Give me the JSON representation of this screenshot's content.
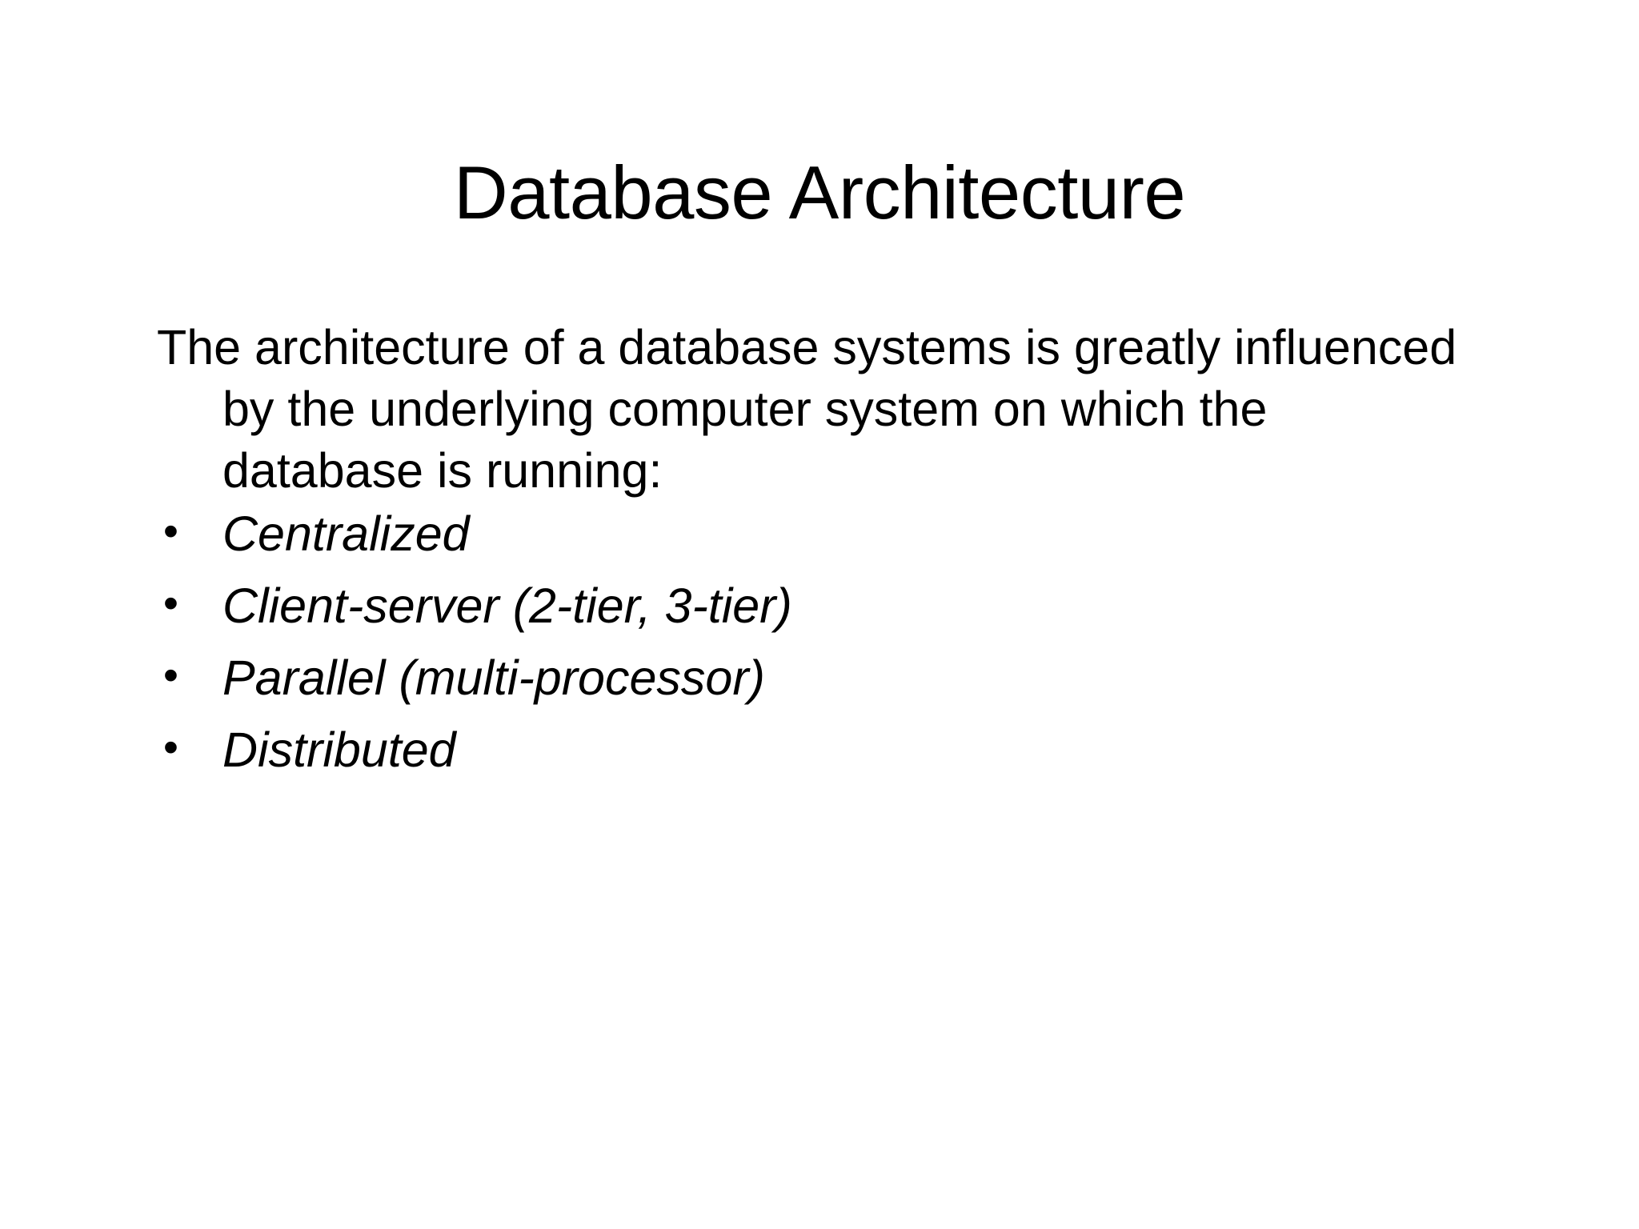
{
  "slide": {
    "background_color": "#ffffff",
    "text_color": "#000000",
    "title": "Database Architecture",
    "lead_paragraph": "The architecture of a database systems is greatly influenced by  the underlying computer system on which the database is running:",
    "bullet_marker": "•",
    "bullets": [
      {
        "label": "Centralized"
      },
      {
        "label": "Client-server (2-tier, 3-tier)"
      },
      {
        "label": "Parallel (multi-processor)"
      },
      {
        "label": "Distributed"
      }
    ]
  }
}
